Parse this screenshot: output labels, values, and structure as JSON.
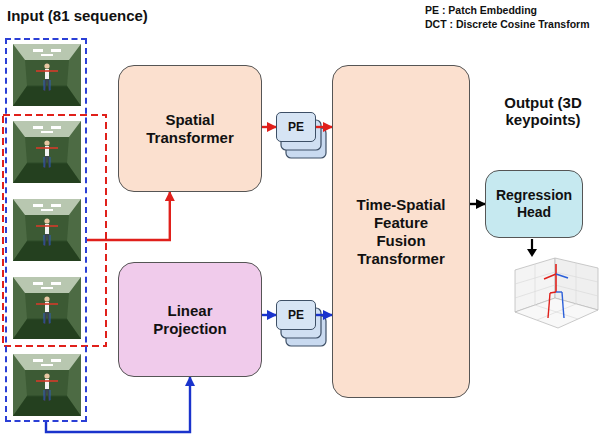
{
  "diagram": {
    "nodes": [
      {
        "text": [
          "Input (81 sequence)"
        ]
      },
      {
        "text": [
          "Spatial Transformer"
        ]
      },
      {
        "text": [
          "Linear Projection"
        ]
      },
      {
        "text": [
          "PE"
        ]
      },
      {
        "text": [
          "PE"
        ]
      },
      {
        "text": [
          "Time-Spatial Feature Fusion Transformer"
        ]
      },
      {
        "text": [
          "Regression Head"
        ]
      }
    ],
    "edges": [
      {
        "from": 0,
        "to": 1,
        "arrow": "to"
      },
      {
        "from": 0,
        "to": 2,
        "arrow": "to"
      },
      {
        "from": 1,
        "to": 3,
        "arrow": "to"
      },
      {
        "from": 2,
        "to": 4,
        "arrow": "to"
      },
      {
        "from": 3,
        "to": 5,
        "arrow": "to"
      },
      {
        "from": 4,
        "to": 5,
        "arrow": "to"
      },
      {
        "from": 5,
        "to": 6,
        "arrow": "to"
      }
    ],
    "labels": [
      "PE : Patch Embedding",
      "DCT : Discrete Cosine Transform",
      "Output (3D keypoints)"
    ]
  }
}
